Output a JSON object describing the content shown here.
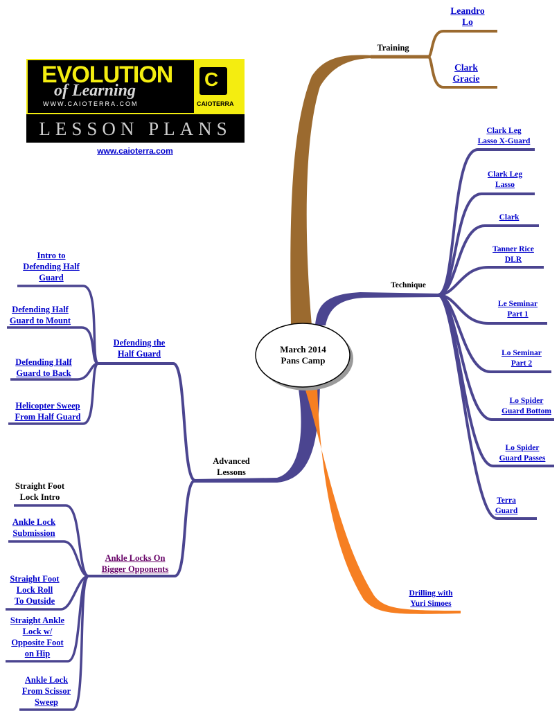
{
  "logo": {
    "title": "EVOLUTION",
    "subtitle": "of Learning",
    "url_small": "WWW.CAIOTERRA.COM",
    "brand": "CAIOTERRA",
    "lesson_plans": "LESSON PLANS",
    "badge_glyph": "C"
  },
  "site_link": "www.caioterra.com",
  "center": "March 2014\nPans Camp",
  "colors": {
    "training": "#9b6a2f",
    "technique": "#4b4590",
    "drilling": "#f67f22",
    "link": "#0000cc",
    "visited": "#660066",
    "logo_yellow": "#f4ed10"
  },
  "branches": {
    "training": {
      "label": "Training",
      "children": [
        "Leandro\nLo",
        "Clark\nGracie"
      ]
    },
    "technique": {
      "label": "Technique",
      "children": [
        "Clark Leg\nLasso X-Guard",
        "Clark Leg\nLasso",
        "Clark",
        "Tanner Rice\nDLR",
        "Le Seminar\nPart 1",
        "Lo Seminar\nPart 2",
        "Lo Spider\nGuard Bottom",
        "Lo Spider\nGuard Passes",
        "Terra\nGuard"
      ]
    },
    "drilling": {
      "label": "Drilling with\nYuri Simoes"
    },
    "advanced": {
      "label": "Advanced\nLessons",
      "half_guard": {
        "label": "Defending the\nHalf Guard",
        "children": [
          "Intro to\nDefending Half\nGuard",
          "Defending Half\nGuard to Mount",
          "Defending Half\nGuard to Back",
          "Helicopter Sweep\nFrom Half Guard"
        ]
      },
      "ankle_locks": {
        "label": "Ankle Locks On\nBigger Opponents",
        "children": [
          "Straight Foot\nLock Intro",
          "Ankle Lock\nSubmission",
          "Straight Foot\nLock Roll\nTo Outside",
          "Straight Ankle\nLock w/\nOpposite Foot\non Hip",
          "Ankle Lock\nFrom Scissor\nSweep"
        ]
      }
    }
  }
}
